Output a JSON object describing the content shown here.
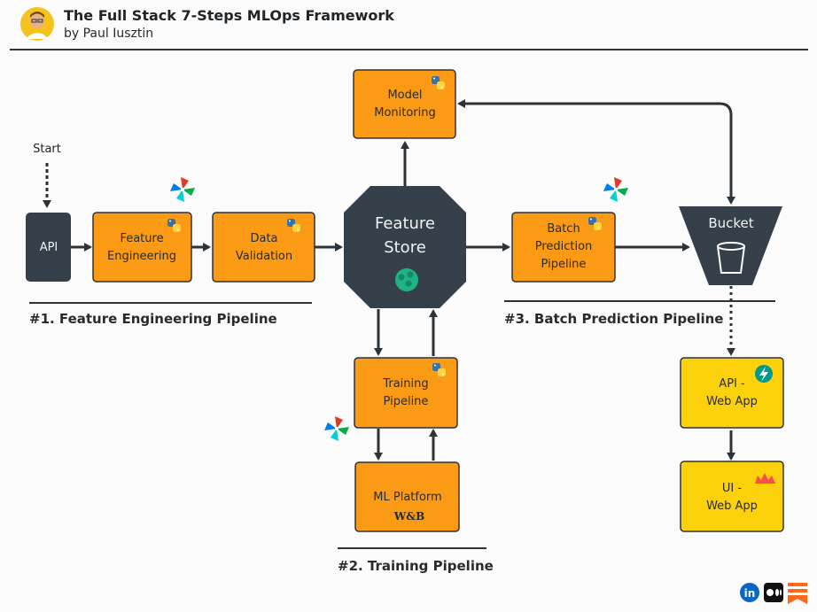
{
  "header": {
    "title": "The Full Stack 7-Steps MLOps Framework",
    "subtitle": "by Paul Iusztin"
  },
  "nodes": {
    "start": "Start",
    "api": "API",
    "feature_engineering": [
      "Feature",
      "Engineering"
    ],
    "data_validation": [
      "Data",
      "Validation"
    ],
    "feature_store": [
      "Feature",
      "Store"
    ],
    "model_monitoring": [
      "Model",
      "Monitoring"
    ],
    "batch_prediction": [
      "Batch",
      "Prediction",
      "Pipeline"
    ],
    "bucket": "Bucket",
    "training_pipeline": [
      "Training",
      "Pipeline"
    ],
    "ml_platform": "ML Platform",
    "ml_platform_logo": "W&B",
    "api_web_app": [
      "API -",
      "Web App"
    ],
    "ui_web_app": [
      "UI -",
      "Web App"
    ]
  },
  "sections": {
    "feature_pipeline": "#1. Feature Engineering Pipeline",
    "training_pipeline": "#2. Training Pipeline",
    "batch_pipeline": "#3. Batch Prediction Pipeline"
  },
  "colors": {
    "orange": "#fb9a14",
    "yellow": "#fbd10c",
    "dark": "#36404a",
    "arrow": "#2c3339"
  },
  "icons": [
    "avatar-icon",
    "python-icon",
    "airflow-icon",
    "hopsworks-icon",
    "bucket-icon",
    "fastapi-icon",
    "streamlit-icon",
    "linkedin-icon",
    "medium-icon",
    "substack-icon"
  ]
}
